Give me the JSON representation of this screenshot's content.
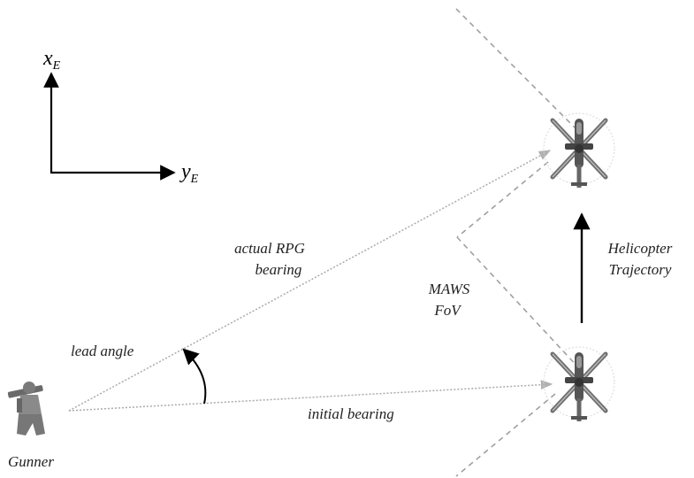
{
  "axes": {
    "x_label": "x",
    "x_subscript": "E",
    "y_label": "y",
    "y_subscript": "E"
  },
  "labels": {
    "actual_bearing_line1": "actual RPG",
    "actual_bearing_line2": "bearing",
    "lead_angle": "lead angle",
    "initial_bearing": "initial bearing",
    "maws_line1": "MAWS",
    "maws_line2": "FoV",
    "trajectory_line1": "Helicopter",
    "trajectory_line2": "Trajectory",
    "gunner": "Gunner"
  },
  "colors": {
    "axis": "#000000",
    "bearing_line": "#aaaaaa",
    "fov_line": "#a0a0a0",
    "text": "#222222"
  },
  "icons": {
    "gunner": "soldier-with-rpg-icon",
    "helicopter": "helicopter-top-view-icon"
  }
}
